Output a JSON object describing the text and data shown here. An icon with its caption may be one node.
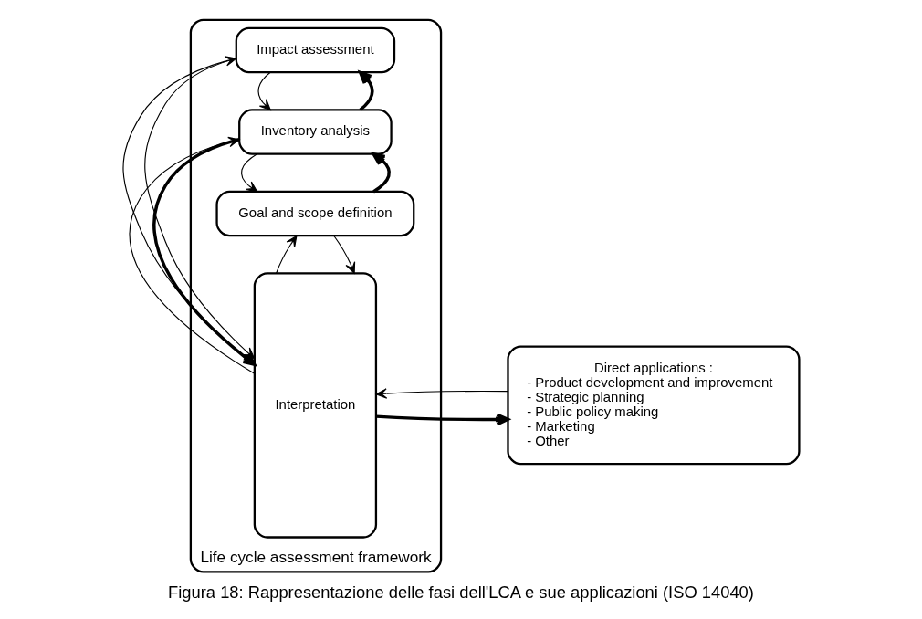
{
  "diagram": {
    "caption": "Figura 18: Rappresentazione delle fasi dell'LCA e sue applicazioni (ISO 14040)",
    "nodes": [
      {
        "text": [
          "Life cycle assessment framework"
        ]
      },
      {
        "text": [
          "Goal and scope definition"
        ],
        "in": 0
      },
      {
        "text": [
          "Inventory analysis"
        ],
        "in": 0
      },
      {
        "text": [
          "Impact assessment"
        ],
        "in": 0
      },
      {
        "text": [
          "Interpretation"
        ],
        "in": 0
      },
      {
        "text": [
          "Direct applications :",
          "- Product development and improvement",
          "- Strategic planning",
          "- Public policy making",
          "- Marketing",
          "- Other"
        ]
      }
    ],
    "edges": [
      {
        "from": 1,
        "to": 4,
        "arrow": "to"
      },
      {
        "from": 4,
        "to": 1,
        "arrow": "to"
      },
      {
        "from": 1,
        "to": 2,
        "arrow": "to",
        "style": "thick"
      },
      {
        "from": 2,
        "to": 1,
        "arrow": "to"
      },
      {
        "from": 2,
        "to": 4,
        "arrow": "to",
        "style": "thick"
      },
      {
        "from": 4,
        "to": 2,
        "arrow": "to"
      },
      {
        "from": 2,
        "to": 3,
        "arrow": "to",
        "style": "thick"
      },
      {
        "from": 3,
        "to": 2,
        "arrow": "to"
      },
      {
        "from": 3,
        "to": 4,
        "arrow": "to"
      },
      {
        "from": 4,
        "to": 3,
        "arrow": "to"
      },
      {
        "from": 4,
        "to": 5,
        "arrow": "to",
        "style": "thick"
      },
      {
        "from": 5,
        "to": 4,
        "arrow": "to"
      }
    ]
  }
}
